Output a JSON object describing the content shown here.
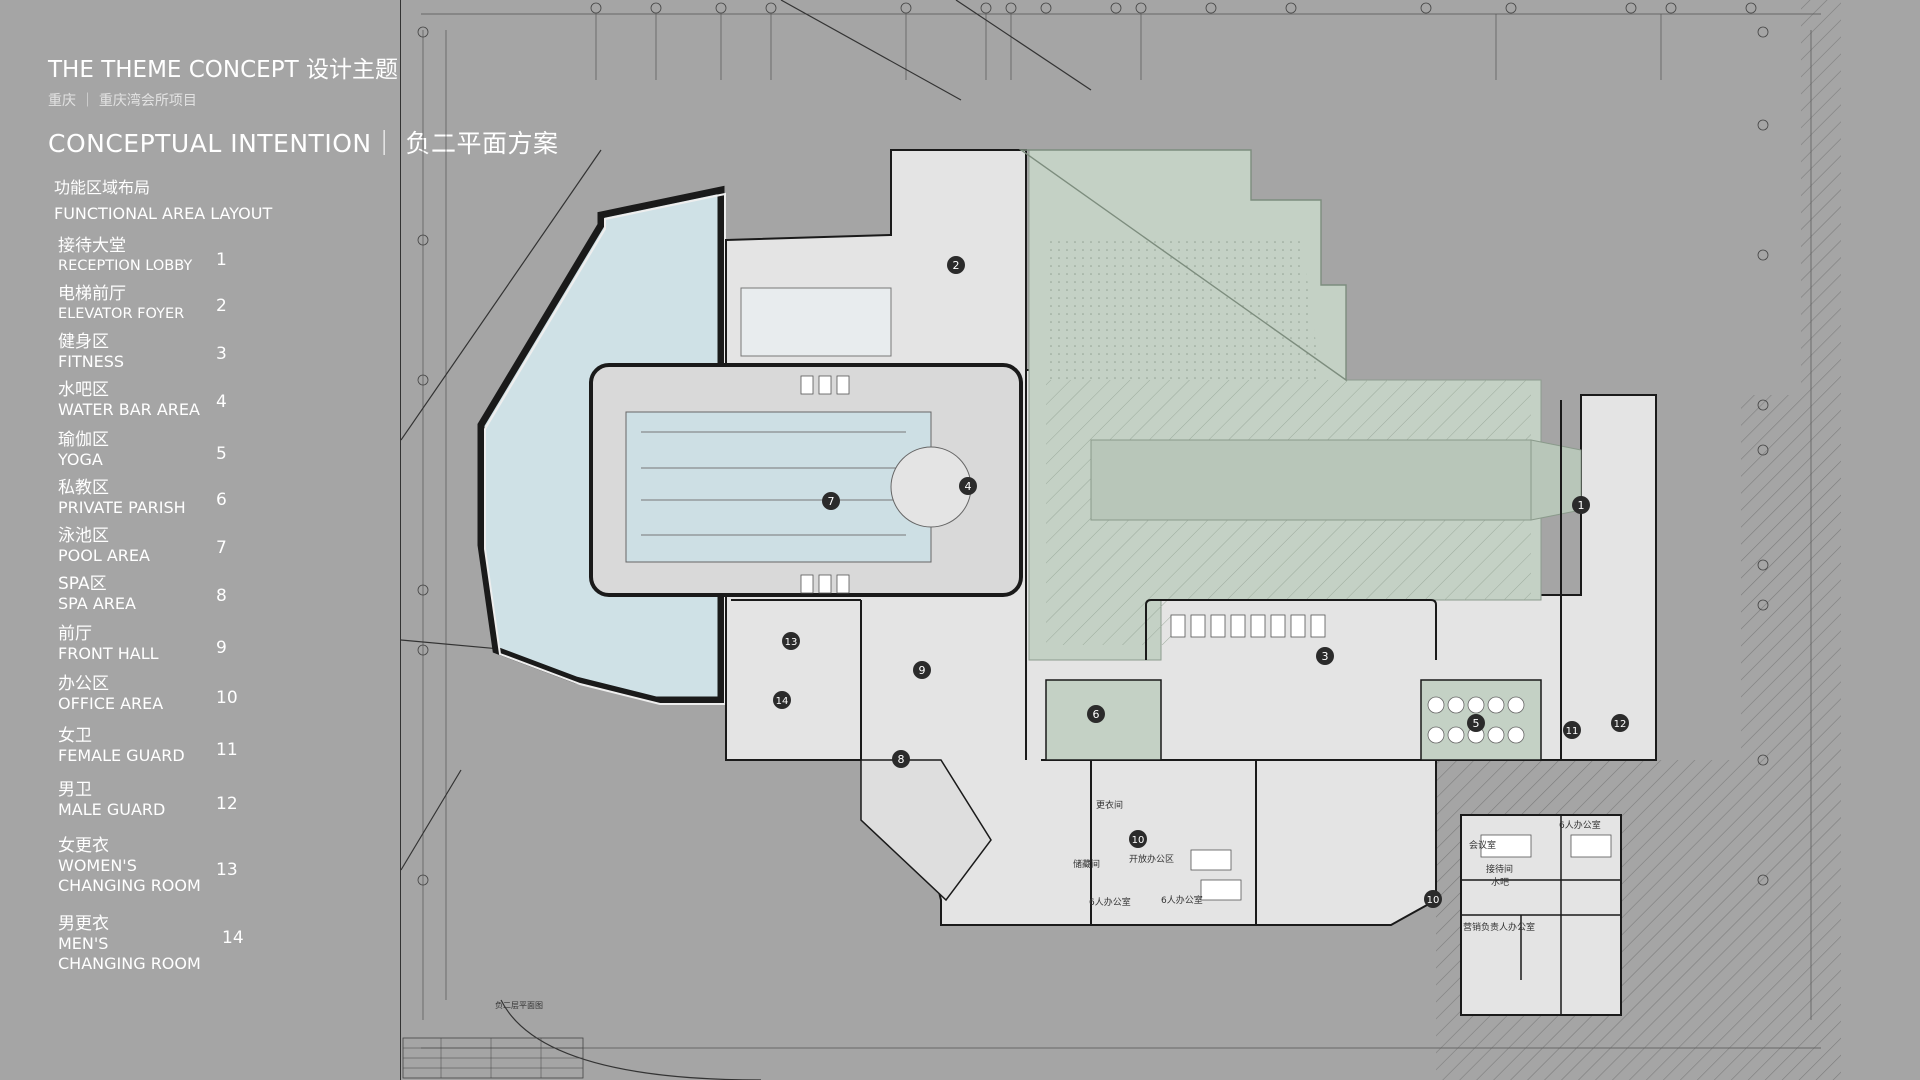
{
  "header": {
    "theme_title": "THE THEME CONCEPT 设计主题",
    "project_subtitle": "重庆 ｜ 重庆湾会所项目",
    "intent_title": "CONCEPTUAL INTENTION｜ 负二平面方案"
  },
  "section": {
    "title_cn": "功能区域布局",
    "title_en": "FUNCTIONAL AREA LAYOUT"
  },
  "legend": [
    {
      "cn": "接待大堂",
      "en": "RECEPTION LOBBY",
      "num": "1"
    },
    {
      "cn": "电梯前厅",
      "en": "ELEVATOR FOYER",
      "num": "2"
    },
    {
      "cn": "健身区",
      "en": "FITNESS",
      "num": "3"
    },
    {
      "cn": "水吧区",
      "en": "WATER BAR AREA",
      "num": "4"
    },
    {
      "cn": "瑜伽区",
      "en": "YOGA",
      "num": "5"
    },
    {
      "cn": "私教区",
      "en": "PRIVATE PARISH",
      "num": "6"
    },
    {
      "cn": "泳池区",
      "en": "POOL AREA",
      "num": "7"
    },
    {
      "cn": "SPA区",
      "en": "SPA AREA",
      "num": "8"
    },
    {
      "cn": "前厅",
      "en": "FRONT HALL",
      "num": "9"
    },
    {
      "cn": "办公区",
      "en": "OFFICE AREA",
      "num": "10"
    },
    {
      "cn": "女卫",
      "en": "FEMALE GUARD",
      "num": "11"
    },
    {
      "cn": "男卫",
      "en": "MALE GUARD",
      "num": "12"
    },
    {
      "cn": "女更衣",
      "en": "WOMEN'S",
      "en2": "CHANGING ROOM",
      "num": "13"
    },
    {
      "cn": "男更衣",
      "en": "MEN'S",
      "en2": "CHANGING ROOM",
      "num": "14"
    }
  ],
  "plan": {
    "markers": [
      "1",
      "2",
      "3",
      "4",
      "5",
      "6",
      "7",
      "8",
      "9",
      "10",
      "11",
      "12",
      "13",
      "14",
      "10"
    ],
    "room_labels": [
      "会议室",
      "6人办公室",
      "开放办公区",
      "储藏间",
      "更衣间",
      "6人办公室",
      "6人办公室",
      "营销负责人办公室",
      "水吧",
      "接待间"
    ],
    "drawing_title": "负二层平面图"
  },
  "colors": {
    "background": "#a5a5a5",
    "floor": "#e4e4e4",
    "pool": "#c9dde3",
    "garden": "#c3d0c4",
    "wall": "#1a1a1a",
    "marker": "#2b2b2b"
  }
}
